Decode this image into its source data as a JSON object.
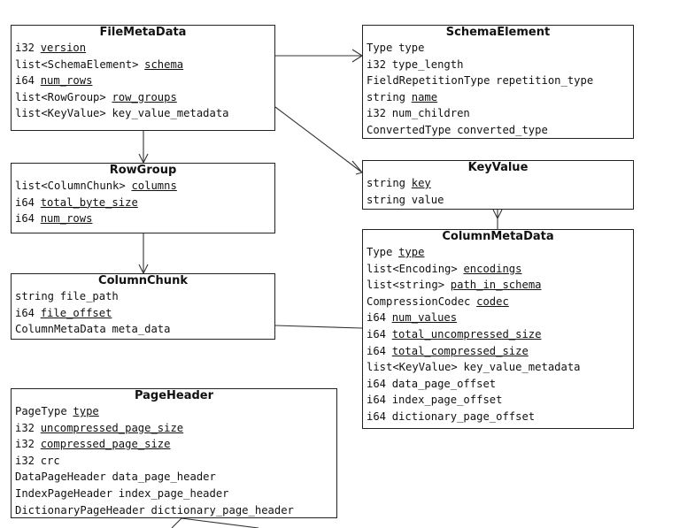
{
  "entities": {
    "filemetadata": {
      "title": "FileMetaData",
      "fields": [
        {
          "type": "i32",
          "name": "version",
          "underline": true
        },
        {
          "type": "list<SchemaElement>",
          "name": "schema",
          "underline": true
        },
        {
          "type": "i64",
          "name": "num_rows",
          "underline": true
        },
        {
          "type": "list<RowGroup>",
          "name": "row_groups",
          "underline": true
        },
        {
          "type": "list<KeyValue>",
          "name": "key_value_metadata",
          "underline": false
        }
      ]
    },
    "schemaelement": {
      "title": "SchemaElement",
      "fields": [
        {
          "type": "Type",
          "name": "type",
          "underline": false
        },
        {
          "type": "i32",
          "name": "type_length",
          "underline": false
        },
        {
          "type": "FieldRepetitionType",
          "name": "repetition_type",
          "underline": false
        },
        {
          "type": "string",
          "name": "name",
          "underline": true
        },
        {
          "type": "i32",
          "name": "num_children",
          "underline": false
        },
        {
          "type": "ConvertedType",
          "name": "converted_type",
          "underline": false
        }
      ]
    },
    "rowgroup": {
      "title": "RowGroup",
      "fields": [
        {
          "type": "list<ColumnChunk>",
          "name": "columns",
          "underline": true
        },
        {
          "type": "i64",
          "name": "total_byte_size",
          "underline": true
        },
        {
          "type": "i64",
          "name": "num_rows",
          "underline": true
        }
      ]
    },
    "keyvalue": {
      "title": "KeyValue",
      "fields": [
        {
          "type": "string",
          "name": "key",
          "underline": true
        },
        {
          "type": "string",
          "name": "value",
          "underline": false
        }
      ]
    },
    "columnchunk": {
      "title": "ColumnChunk",
      "fields": [
        {
          "type": "string",
          "name": "file_path",
          "underline": false
        },
        {
          "type": "i64",
          "name": "file_offset",
          "underline": true
        },
        {
          "type": "ColumnMetaData",
          "name": "meta_data",
          "underline": false
        }
      ]
    },
    "columnmetadata": {
      "title": "ColumnMetaData",
      "fields": [
        {
          "type": "Type",
          "name": "type",
          "underline": true
        },
        {
          "type": "list<Encoding>",
          "name": "encodings",
          "underline": true
        },
        {
          "type": "list<string>",
          "name": "path_in_schema",
          "underline": true
        },
        {
          "type": "CompressionCodec",
          "name": "codec",
          "underline": true
        },
        {
          "type": "i64",
          "name": "num_values",
          "underline": true
        },
        {
          "type": "i64",
          "name": "total_uncompressed_size",
          "underline": true
        },
        {
          "type": "i64",
          "name": "total_compressed_size",
          "underline": true
        },
        {
          "type": "list<KeyValue>",
          "name": "key_value_metadata",
          "underline": false
        },
        {
          "type": "i64",
          "name": "data_page_offset",
          "underline": false
        },
        {
          "type": "i64",
          "name": "index_page_offset",
          "underline": false
        },
        {
          "type": "i64",
          "name": "dictionary_page_offset",
          "underline": false
        }
      ]
    },
    "pageheader": {
      "title": "PageHeader",
      "fields": [
        {
          "type": "PageType",
          "name": "type",
          "underline": true
        },
        {
          "type": "i32",
          "name": "uncompressed_page_size",
          "underline": true
        },
        {
          "type": "i32",
          "name": "compressed_page_size",
          "underline": true
        },
        {
          "type": "i32",
          "name": "crc",
          "underline": false
        },
        {
          "type": "DataPageHeader",
          "name": "data_page_header",
          "underline": false
        },
        {
          "type": "IndexPageHeader",
          "name": "index_page_header",
          "underline": false
        },
        {
          "type": "DictionaryPageHeader",
          "name": "dictionary_page_header",
          "underline": false
        }
      ]
    }
  }
}
